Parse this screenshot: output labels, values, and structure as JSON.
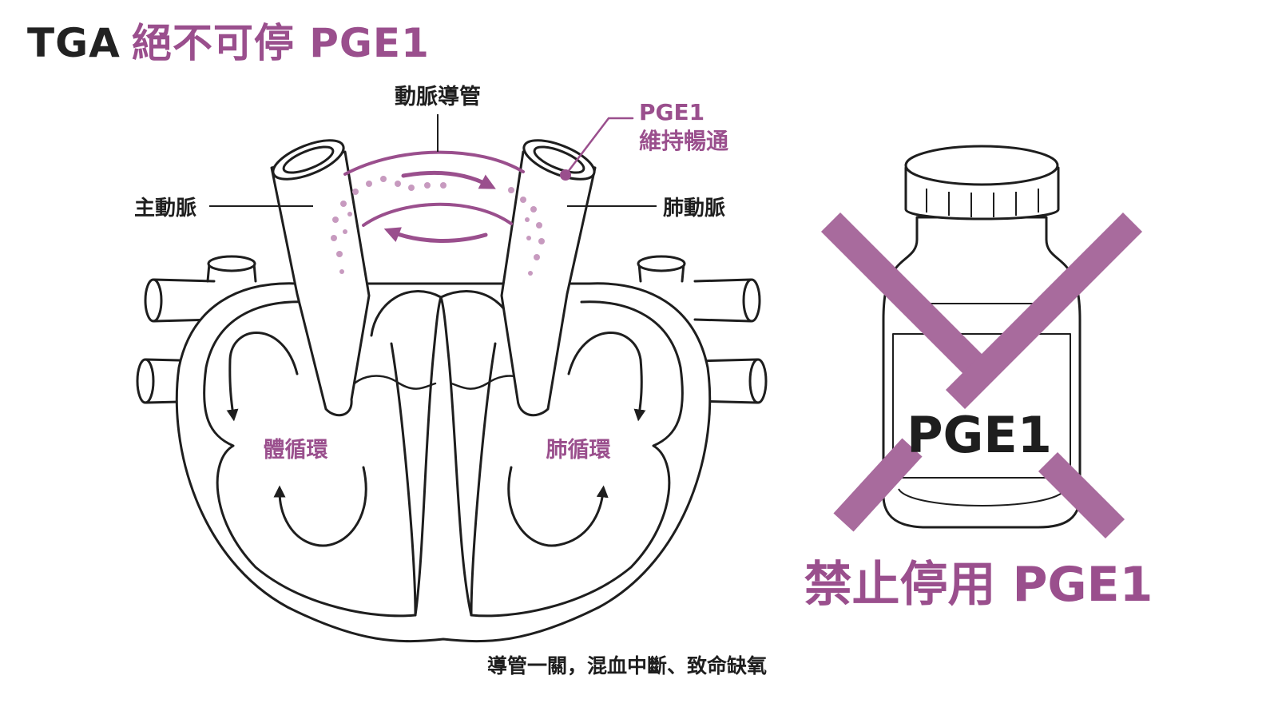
{
  "title": {
    "prefix": "TGA",
    "main": "絕不可停 PGE1"
  },
  "labels": {
    "ductus": "動脈導管",
    "pge1_note_line1": "PGE1",
    "pge1_note_line2": "維持暢通",
    "aorta": "主動脈",
    "pulmonary_artery": "肺動脈",
    "systemic_circulation": "體循環",
    "pulmonary_circulation": "肺循環"
  },
  "caption": "導管一關，混血中斷、致命缺氧",
  "vial": {
    "label": "PGE1"
  },
  "warning": "禁止停用 PGE1",
  "colors": {
    "accent": "#9a4f8d",
    "accent_light": "#c79abf",
    "ink": "#1e1e1e",
    "cross": "#a86b9d"
  }
}
